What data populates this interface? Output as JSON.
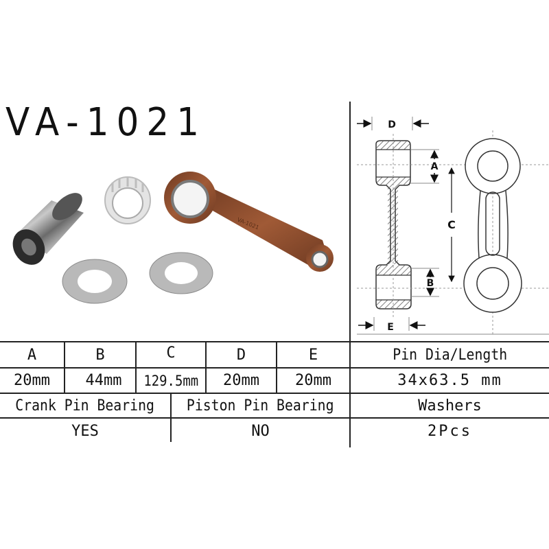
{
  "title": "VA-1021",
  "photo": {
    "items": [
      "crank-pin",
      "crank-pin-bearing",
      "connecting-rod",
      "washer",
      "washer"
    ],
    "rod_color": "#8a4a2c"
  },
  "diagram": {
    "labels": {
      "A": "A",
      "B": "B",
      "C": "C",
      "D": "D",
      "E": "E"
    }
  },
  "table": {
    "dim_headers": [
      "A",
      "B",
      "C",
      "D",
      "E"
    ],
    "dim_values": [
      "20mm",
      "44mm",
      "129.5mm",
      "20mm",
      "20mm"
    ],
    "pin_header": "Pin Dia/Length",
    "pin_value": "34x63.5 mm",
    "crank_bearing_header": "Crank Pin Bearing",
    "crank_bearing_value": "YES",
    "piston_bearing_header": "Piston Pin Bearing",
    "piston_bearing_value": "NO",
    "washers_header": "Washers",
    "washers_value": "2Pcs"
  }
}
